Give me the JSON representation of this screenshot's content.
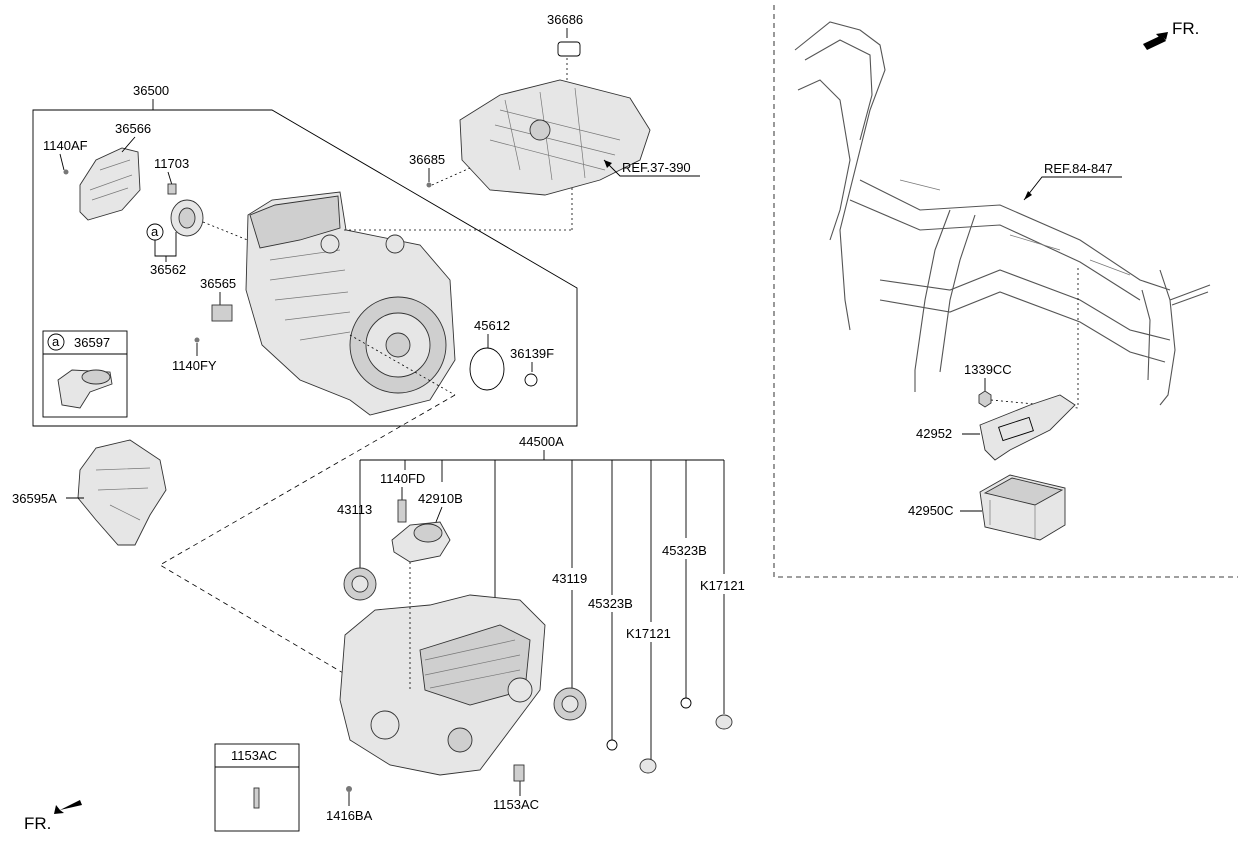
{
  "direction_label": "FR.",
  "callouts": {
    "c36500": "36500",
    "c36566": "36566",
    "c1140AF": "1140AF",
    "c11703": "11703",
    "ca_marker": "a",
    "c36562": "36562",
    "c36565": "36565",
    "c1140FY": "1140FY",
    "c45612": "45612",
    "c36139F": "36139F",
    "c36686": "36686",
    "c36685": "36685",
    "ref37": "REF.37-390",
    "ref84": "REF.84-847",
    "c1339CC": "1339CC",
    "c42952": "42952",
    "c42950C": "42950C",
    "c36595A": "36595A",
    "c44500A": "44500A",
    "c1140FD": "1140FD",
    "c42910B": "42910B",
    "c43113": "43113",
    "c43119": "43119",
    "c45323B_a": "45323B",
    "c45323B_b": "45323B",
    "cK17121_a": "K17121",
    "cK17121_b": "K17121",
    "c1153AC": "1153AC",
    "c1416BA": "1416BA"
  },
  "legend_box": {
    "marker": "a",
    "part": "36597"
  },
  "ref_box": {
    "part": "1153AC"
  }
}
